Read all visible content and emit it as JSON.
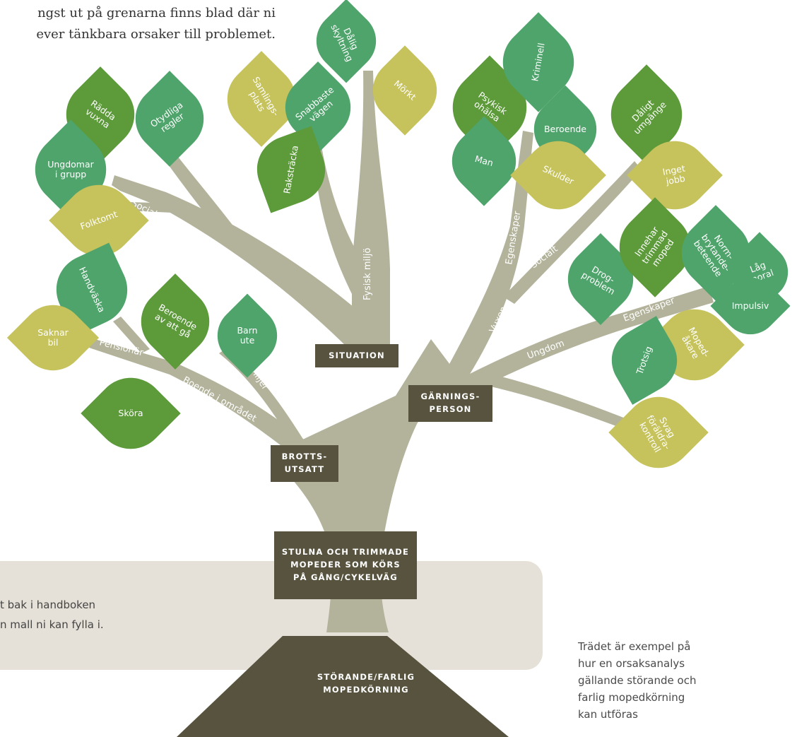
{
  "intro_text": "ngst ut på grenarna finns blad där ni\never tänkbara orsaker till problemet.",
  "panel_text": "t bak i handboken\nn mall ni kan fylla i.",
  "caption": "Trädet är exempel på\nhur en orsaksanalys\ngällande störande och\nfarlig mopedkörning\nkan utföras",
  "colors": {
    "trunk": "#b3b39c",
    "box": "#57533e",
    "panel": "#e6e1d8",
    "leaf_dark_green": "#5c9a3a",
    "leaf_teal_green": "#4fa46c",
    "leaf_yellow": "#c6c25c"
  },
  "boxes": {
    "root": "STÖRANDE/FARLIG\nMOPEDKÖRNING",
    "trunk": "STULNA OCH TRIMMADE\nMOPEDER SOM KÖRS\nPÅ GÅNG/CYKELVÄG",
    "situation": "SITUATION",
    "victim": "BROTTS-\nUTSATT",
    "offender": "GÄRNINGS-\nPERSON"
  },
  "branches": {
    "social_kontroll": "Social kontroll",
    "fysisk_miljo": "Fysisk miljö",
    "pensionar": "Pensionär",
    "boende": "Boende i området",
    "familjer": "Familjer",
    "vuxen": "Vuxen",
    "vuxen_egenskaper": "Egenskaper",
    "vuxen_socialt": "Socialt",
    "ungdom": "Ungdom",
    "ungdom_egenskaper": "Egenskaper",
    "ungdom_socialt": "Socialt"
  },
  "leaves": [
    {
      "key": "radda_vuxna",
      "color": "leaf_dark_green",
      "text": "Rädda\nvuxna"
    },
    {
      "key": "otydliga_regler",
      "color": "leaf_teal_green",
      "text": "Otydliga\nregler"
    },
    {
      "key": "ungdomar_i_grupp",
      "color": "leaf_teal_green",
      "text": "Ungdomar\ni grupp"
    },
    {
      "key": "folktomt",
      "color": "leaf_yellow",
      "text": "Folktomt"
    },
    {
      "key": "samlingsplats",
      "color": "leaf_yellow",
      "text": "Samlings-\nplats"
    },
    {
      "key": "snabbaste_vagen",
      "color": "leaf_teal_green",
      "text": "Snabbaste\nvägen"
    },
    {
      "key": "raksträcka",
      "color": "leaf_dark_green",
      "text": "Raksträcka"
    },
    {
      "key": "dalig_skyltning",
      "color": "leaf_teal_green",
      "text": "Dålig\nskyltning"
    },
    {
      "key": "morkt",
      "color": "leaf_yellow",
      "text": "Mörkt"
    },
    {
      "key": "psykisk_ohalsa",
      "color": "leaf_dark_green",
      "text": "Psykisk\nohälsa"
    },
    {
      "key": "kriminell",
      "color": "leaf_teal_green",
      "text": "Kriminell"
    },
    {
      "key": "beroende",
      "color": "leaf_teal_green",
      "text": "Beroende"
    },
    {
      "key": "man",
      "color": "leaf_teal_green",
      "text": "Man"
    },
    {
      "key": "skulder",
      "color": "leaf_yellow",
      "text": "Skulder"
    },
    {
      "key": "daligt_umgange",
      "color": "leaf_dark_green",
      "text": "Dåligt\numgänge"
    },
    {
      "key": "inget_jobb",
      "color": "leaf_yellow",
      "text": "Inget\njobb"
    },
    {
      "key": "drogproblem",
      "color": "leaf_teal_green",
      "text": "Drog-\nproblem"
    },
    {
      "key": "innehar_trimmad_moped",
      "color": "leaf_dark_green",
      "text": "Innehar\ntrimmad\nmoped"
    },
    {
      "key": "normbrytande_beteende",
      "color": "leaf_teal_green",
      "text": "Norm-\nbrytande-\nbeteende"
    },
    {
      "key": "lag_moral",
      "color": "leaf_teal_green",
      "text": "Låg\nmoral"
    },
    {
      "key": "impulsiv",
      "color": "leaf_teal_green",
      "text": "Impulsiv"
    },
    {
      "key": "mopedakare",
      "color": "leaf_yellow",
      "text": "Moped-\nåkare"
    },
    {
      "key": "trotsig",
      "color": "leaf_teal_green",
      "text": "Trotsig"
    },
    {
      "key": "svag_foraldrakontroll",
      "color": "leaf_yellow",
      "text": "Svag\nföräldra-\nkontroll"
    },
    {
      "key": "handvaska",
      "color": "leaf_teal_green",
      "text": "Handväska"
    },
    {
      "key": "saknar_bil",
      "color": "leaf_yellow",
      "text": "Saknar\nbil"
    },
    {
      "key": "beroende_av_att_ga",
      "color": "leaf_dark_green",
      "text": "Beroende\nav att gå"
    },
    {
      "key": "barn_ute",
      "color": "leaf_teal_green",
      "text": "Barn\nute"
    },
    {
      "key": "skora",
      "color": "leaf_dark_green",
      "text": "Sköra"
    }
  ]
}
